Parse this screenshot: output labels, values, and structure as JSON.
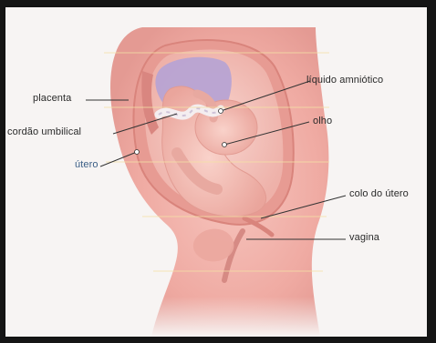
{
  "labels": {
    "placenta": "placenta",
    "umbilical_cord": "cordão umbilical",
    "uterus": "útero",
    "amniotic_fluid": "líquido amniótico",
    "eye": "olho",
    "cervix": "colo do útero",
    "vagina": "vagina"
  },
  "colors": {
    "skin": "#f2b4ad",
    "skin_dark": "#d98c86",
    "fetus": "#f5c0b7",
    "amniotic": "#b9a6d4",
    "cord": "#f4eef0",
    "leader_line": "#333333",
    "uterus_label": "#3b5e86"
  }
}
